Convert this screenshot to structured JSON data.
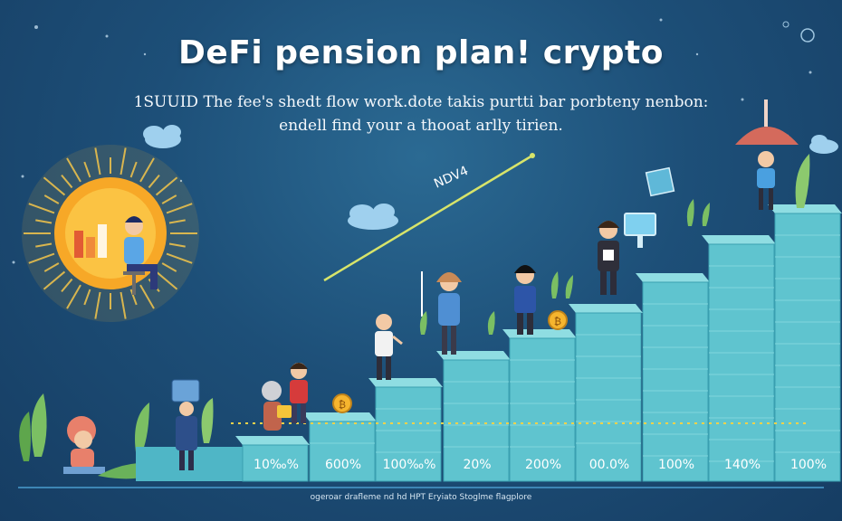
{
  "header": {
    "title": "DeFi pension plan! crypto",
    "subtitle_line1": "1SUUID The fee's shedt flow work.dote takis purtti bar porbteny nenbon:",
    "subtitle_line2": "endell find your a thooat arlly tirien."
  },
  "trend": {
    "label": "NDV4"
  },
  "steps": [
    {
      "label": "10‰%"
    },
    {
      "label": "600%"
    },
    {
      "label": "100‰%"
    },
    {
      "label": "20%"
    },
    {
      "label": "200%"
    },
    {
      "label": "00.0%"
    },
    {
      "label": "100%"
    },
    {
      "label": "140%"
    },
    {
      "label": "100%"
    }
  ],
  "footer": {
    "caption": "ogeroar drafleme nd hd HPT Eryiato Stoglme flagplore"
  },
  "colors": {
    "background": "#1d4f78",
    "step_face": "#5fc4cf",
    "step_top": "#8fdde2",
    "step_side": "#3a9fb0",
    "sun": "#f7b233",
    "dashed_line": "#f2d24a"
  }
}
